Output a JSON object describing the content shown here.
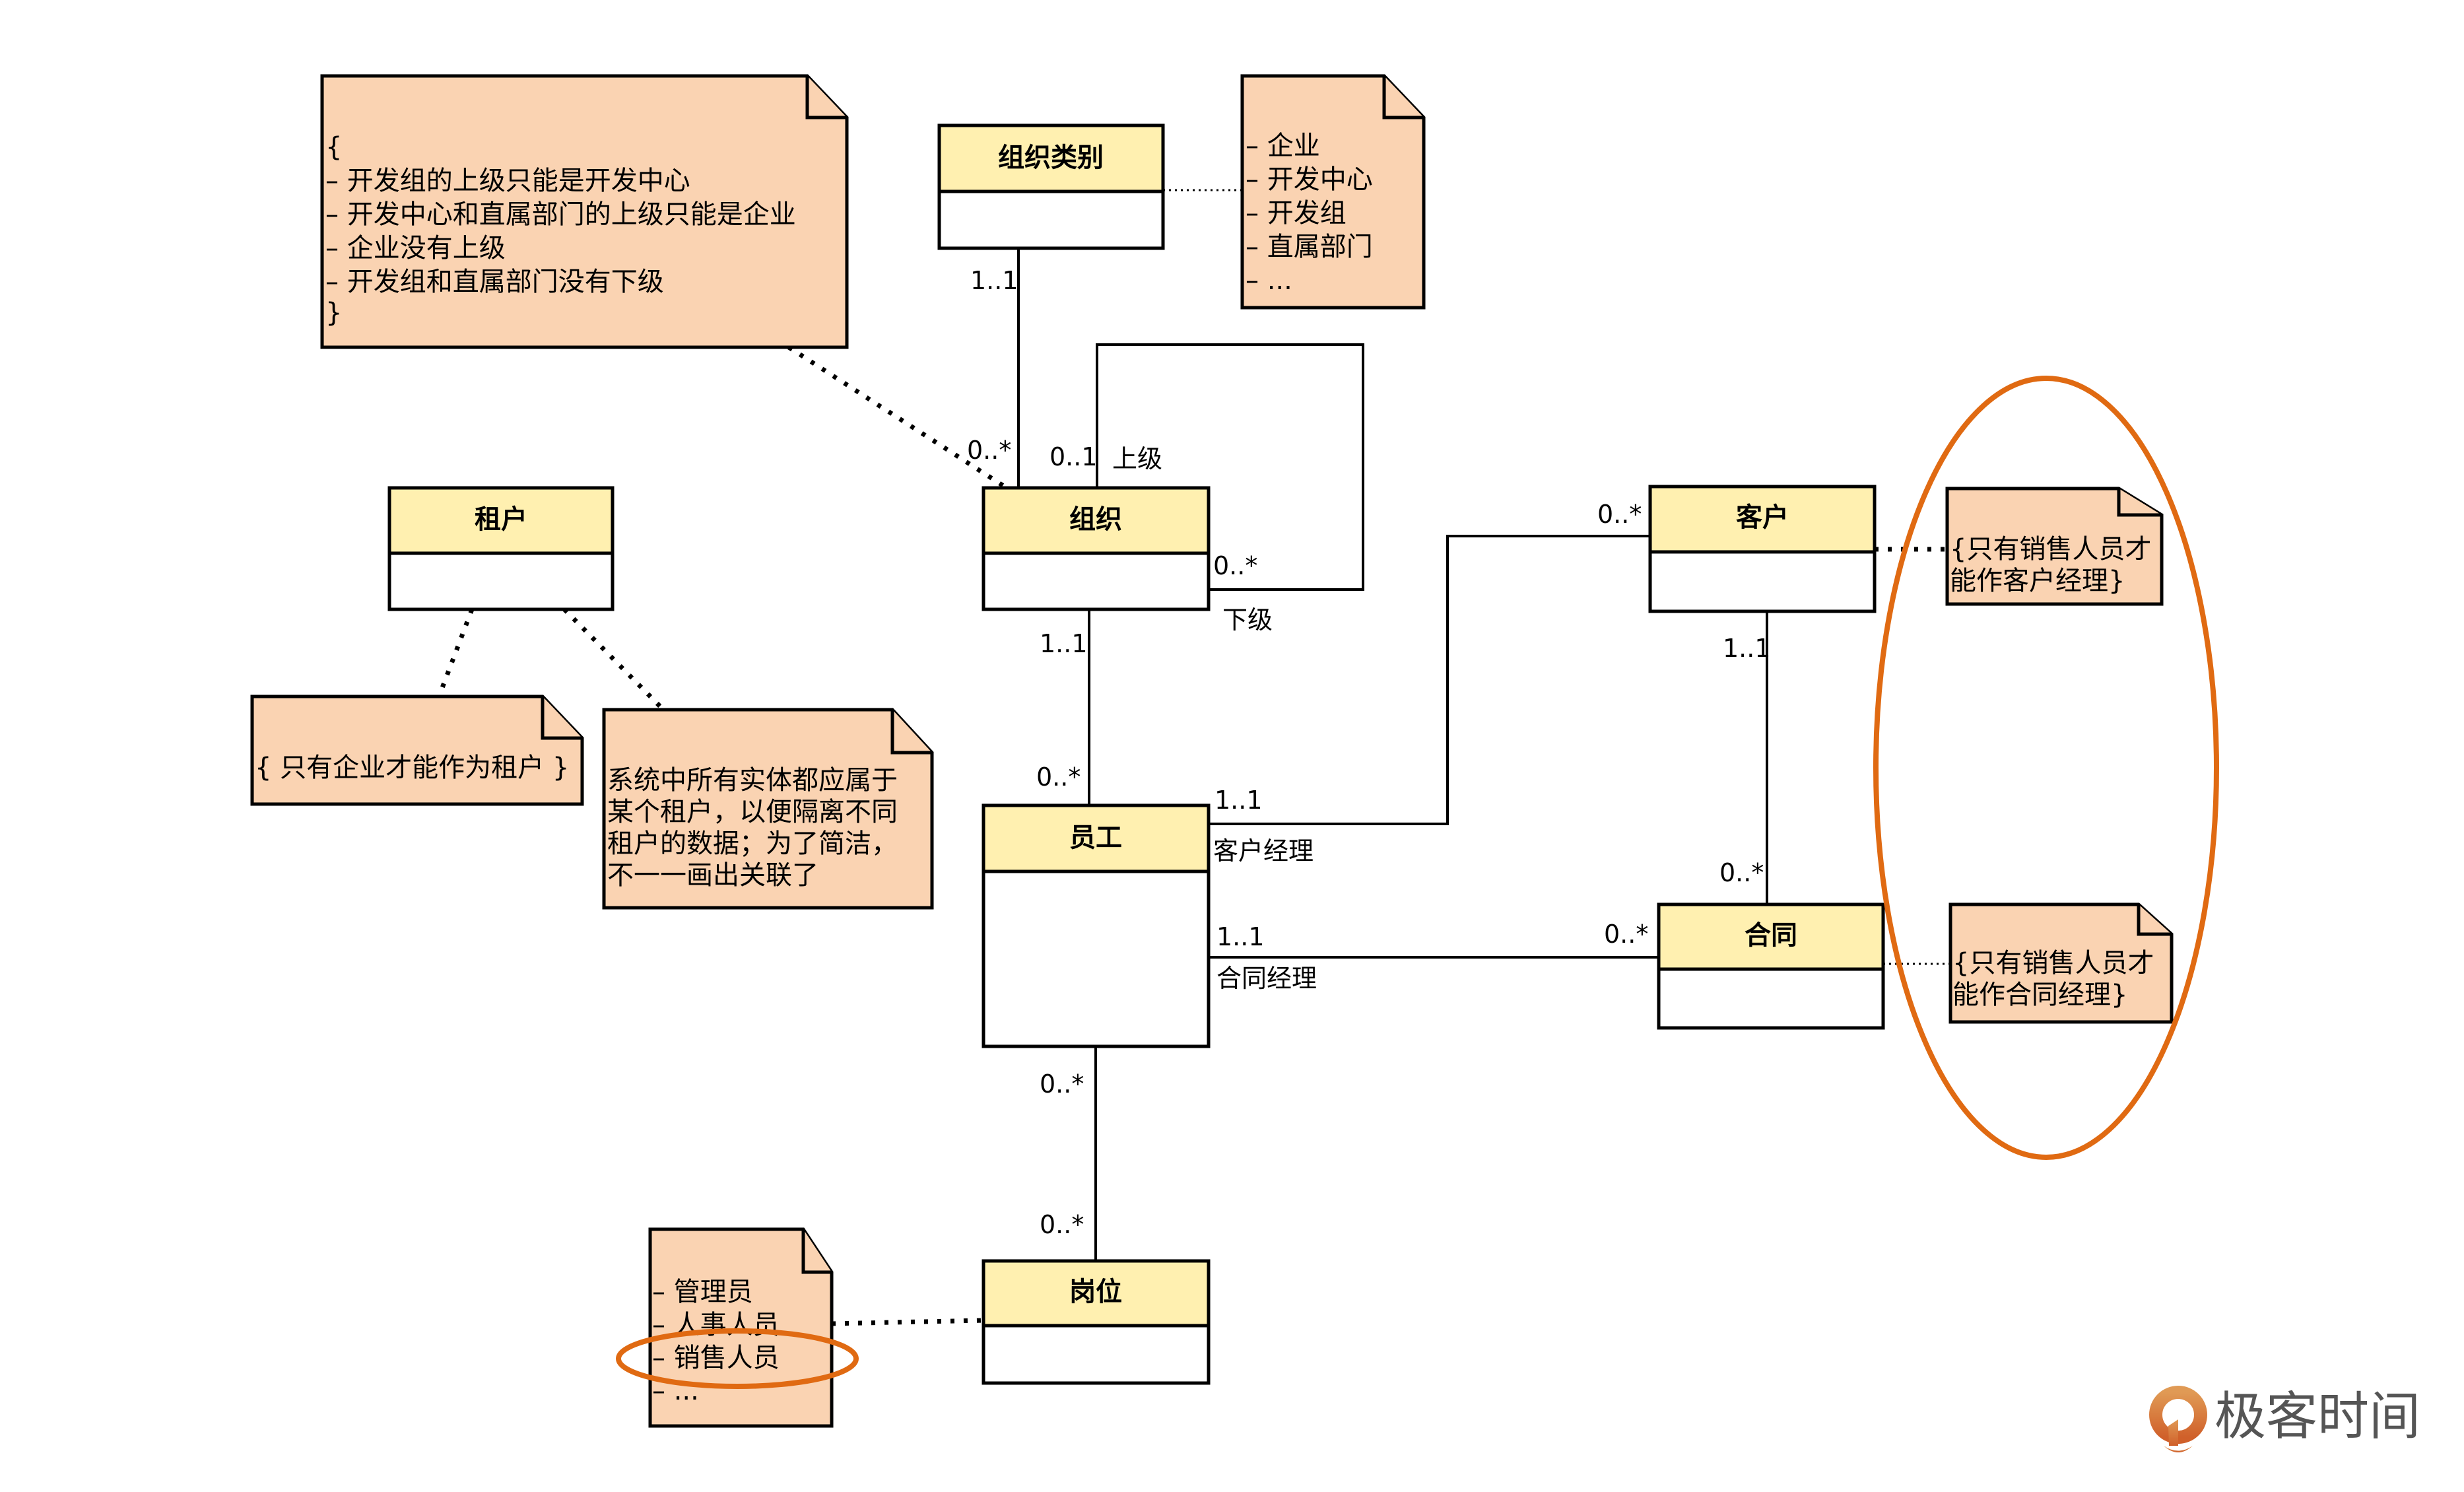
{
  "colors": {
    "class_header": "#fff0b0",
    "note_fill": "#fad3b2",
    "highlight": "#e06a12",
    "logo_text": "#555555"
  },
  "classes": {
    "org_type": "组织类别",
    "org": "组织",
    "tenant": "租户",
    "employee": "员工",
    "customer": "客户",
    "contract": "合同",
    "position": "岗位"
  },
  "notes": {
    "org_constraints": [
      "{",
      "– 开发组的上级只能是开发中心",
      "– 开发中心和直属部门的上级只能是企业",
      "– 企业没有上级",
      "– 开发组和直属部门没有下级",
      "}"
    ],
    "org_types": [
      "– 企业",
      "– 开发中心",
      "– 开发组",
      "– 直属部门",
      "– ..."
    ],
    "tenant_rule": [
      "{ 只有企业才能作为租户 }"
    ],
    "tenant_desc": [
      "系统中所有实体都应属于",
      "某个租户，以便隔离不同",
      "租户的数据；为了简洁，",
      "不一一画出关联了"
    ],
    "customer_rule": [
      "{只有销售人员才",
      "能作客户经理}"
    ],
    "contract_rule": [
      "{只有销售人员才",
      "能作合同经理}"
    ],
    "positions": [
      "– 管理员",
      "– 人事人员",
      "– 销售人员",
      "– ..."
    ]
  },
  "multiplicities": {
    "org_type_end": "1..1",
    "org_from_type": "0..*",
    "org_parent": "0..1",
    "org_parent_role": "上级",
    "org_child": "0..*",
    "org_child_role": "下级",
    "org_to_emp": "1..1",
    "emp_from_org": "0..*",
    "emp_cust": "1..1",
    "emp_cust_role": "客户经理",
    "cust_from_emp": "0..*",
    "cust_to_contract": "1..1",
    "contract_from_cust": "0..*",
    "emp_contract": "1..1",
    "emp_contract_role": "合同经理",
    "contract_from_emp": "0..*",
    "emp_to_pos": "0..*",
    "pos_from_emp": "0..*"
  },
  "logo": {
    "text": "极客时间",
    "icon": "geektime-logo-icon"
  }
}
